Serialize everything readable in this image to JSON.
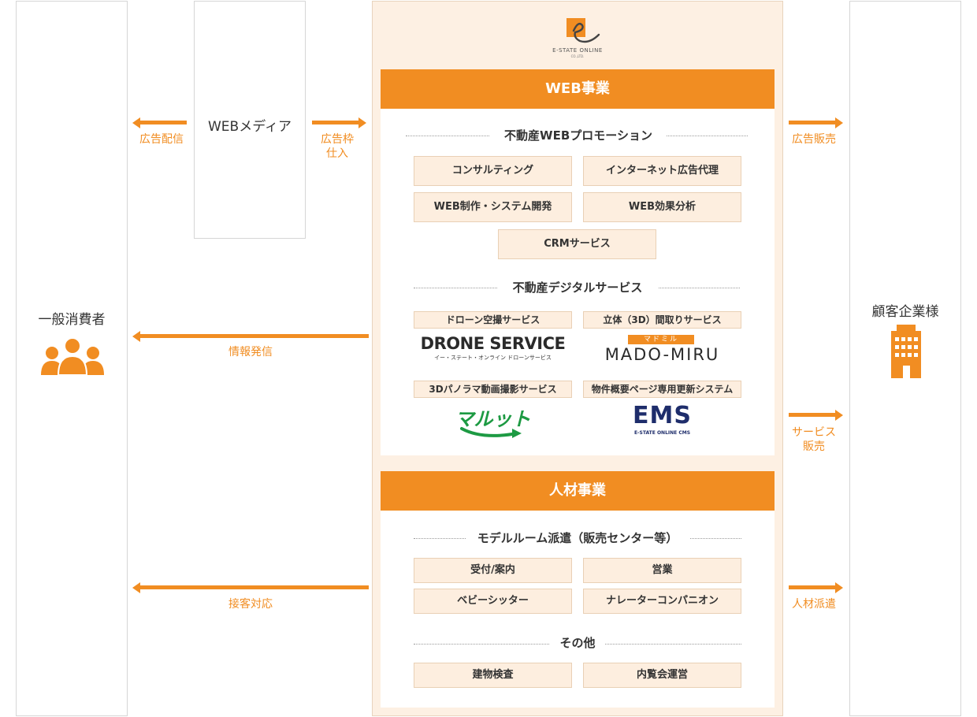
{
  "columns": {
    "consumer": "一般消費者",
    "web_media": "WEBメディア",
    "client": "顧客企業様"
  },
  "logo": {
    "name": "E-STATE ONLINE",
    "sub": "CO.,LTD."
  },
  "arrows": {
    "ad_delivery": "広告配信",
    "ad_purchase_1": "広告枠",
    "ad_purchase_2": "仕入",
    "ad_sales": "広告販売",
    "info": "情報発信",
    "service_sales_1": "サービス",
    "service_sales_2": "販売",
    "customer_service": "接客対応",
    "staffing": "人材派遣"
  },
  "web_business": {
    "title": "WEB事業",
    "promotion": {
      "heading": "不動産WEBプロモーション",
      "items": [
        "コンサルティング",
        "インターネット広告代理",
        "WEB制作・システム開発",
        "WEB効果分析",
        "CRMサービス"
      ]
    },
    "digital": {
      "heading": "不動産デジタルサービス",
      "services": [
        {
          "label": "ドローン空撮サービス",
          "logo": "DRONE SERVICE",
          "logo_sub": "イー・ステート・オンライン ドローンサービス"
        },
        {
          "label": "立体（3D）間取りサービス",
          "logo": "MADO-MIRU",
          "logo_sub": "マドミル"
        },
        {
          "label": "3Dパノラマ動画撮影サービス",
          "logo": "マルット"
        },
        {
          "label": "物件概要ページ専用更新システム",
          "logo": "EMS",
          "logo_sub": "E-STATE ONLINE CMS"
        }
      ]
    }
  },
  "hr_business": {
    "title": "人材事業",
    "model_room": {
      "heading": "モデルルーム派遣（販売センター等）",
      "items": [
        "受付/案内",
        "営業",
        "ベビーシッター",
        "ナレーターコンパニオン"
      ]
    },
    "other": {
      "heading": "その他",
      "items": [
        "建物検査",
        "内覧会運営"
      ]
    }
  },
  "colors": {
    "accent": "#f18d22",
    "box_bg": "#fdeedf",
    "panel_bg": "#fdf0e3"
  }
}
